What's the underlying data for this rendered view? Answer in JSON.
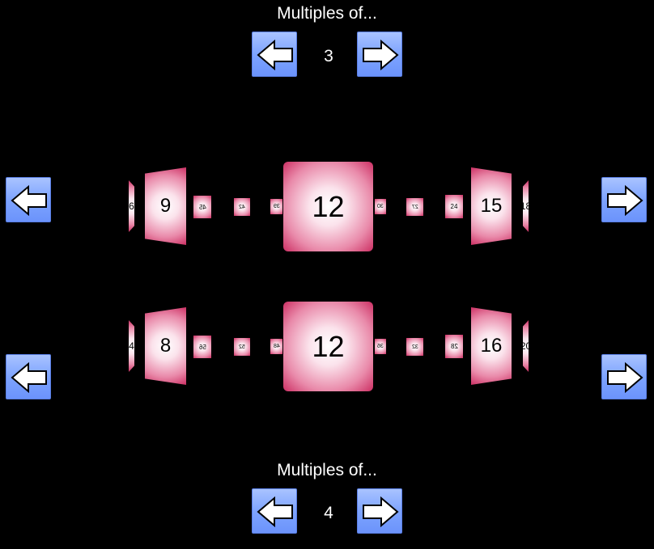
{
  "top_control": {
    "label": "Multiples of...",
    "value": "3",
    "prev_icon": "arrow-left-icon",
    "next_icon": "arrow-right-icon"
  },
  "bottom_control": {
    "label": "Multiples of...",
    "value": "4",
    "prev_icon": "arrow-left-icon",
    "next_icon": "arrow-right-icon"
  },
  "carousel_1": {
    "cards": [
      "6",
      "9",
      "45",
      "42",
      "39",
      "12",
      "30",
      "27",
      "24",
      "15",
      "18"
    ]
  },
  "carousel_2": {
    "cards": [
      "4",
      "8",
      "56",
      "52",
      "48",
      "12",
      "36",
      "32",
      "28",
      "16",
      "20"
    ]
  },
  "colors": {
    "button": "#7ea4ff",
    "card_edge": "#cc2f63",
    "card_center": "#ffffff",
    "background": "#000000"
  }
}
